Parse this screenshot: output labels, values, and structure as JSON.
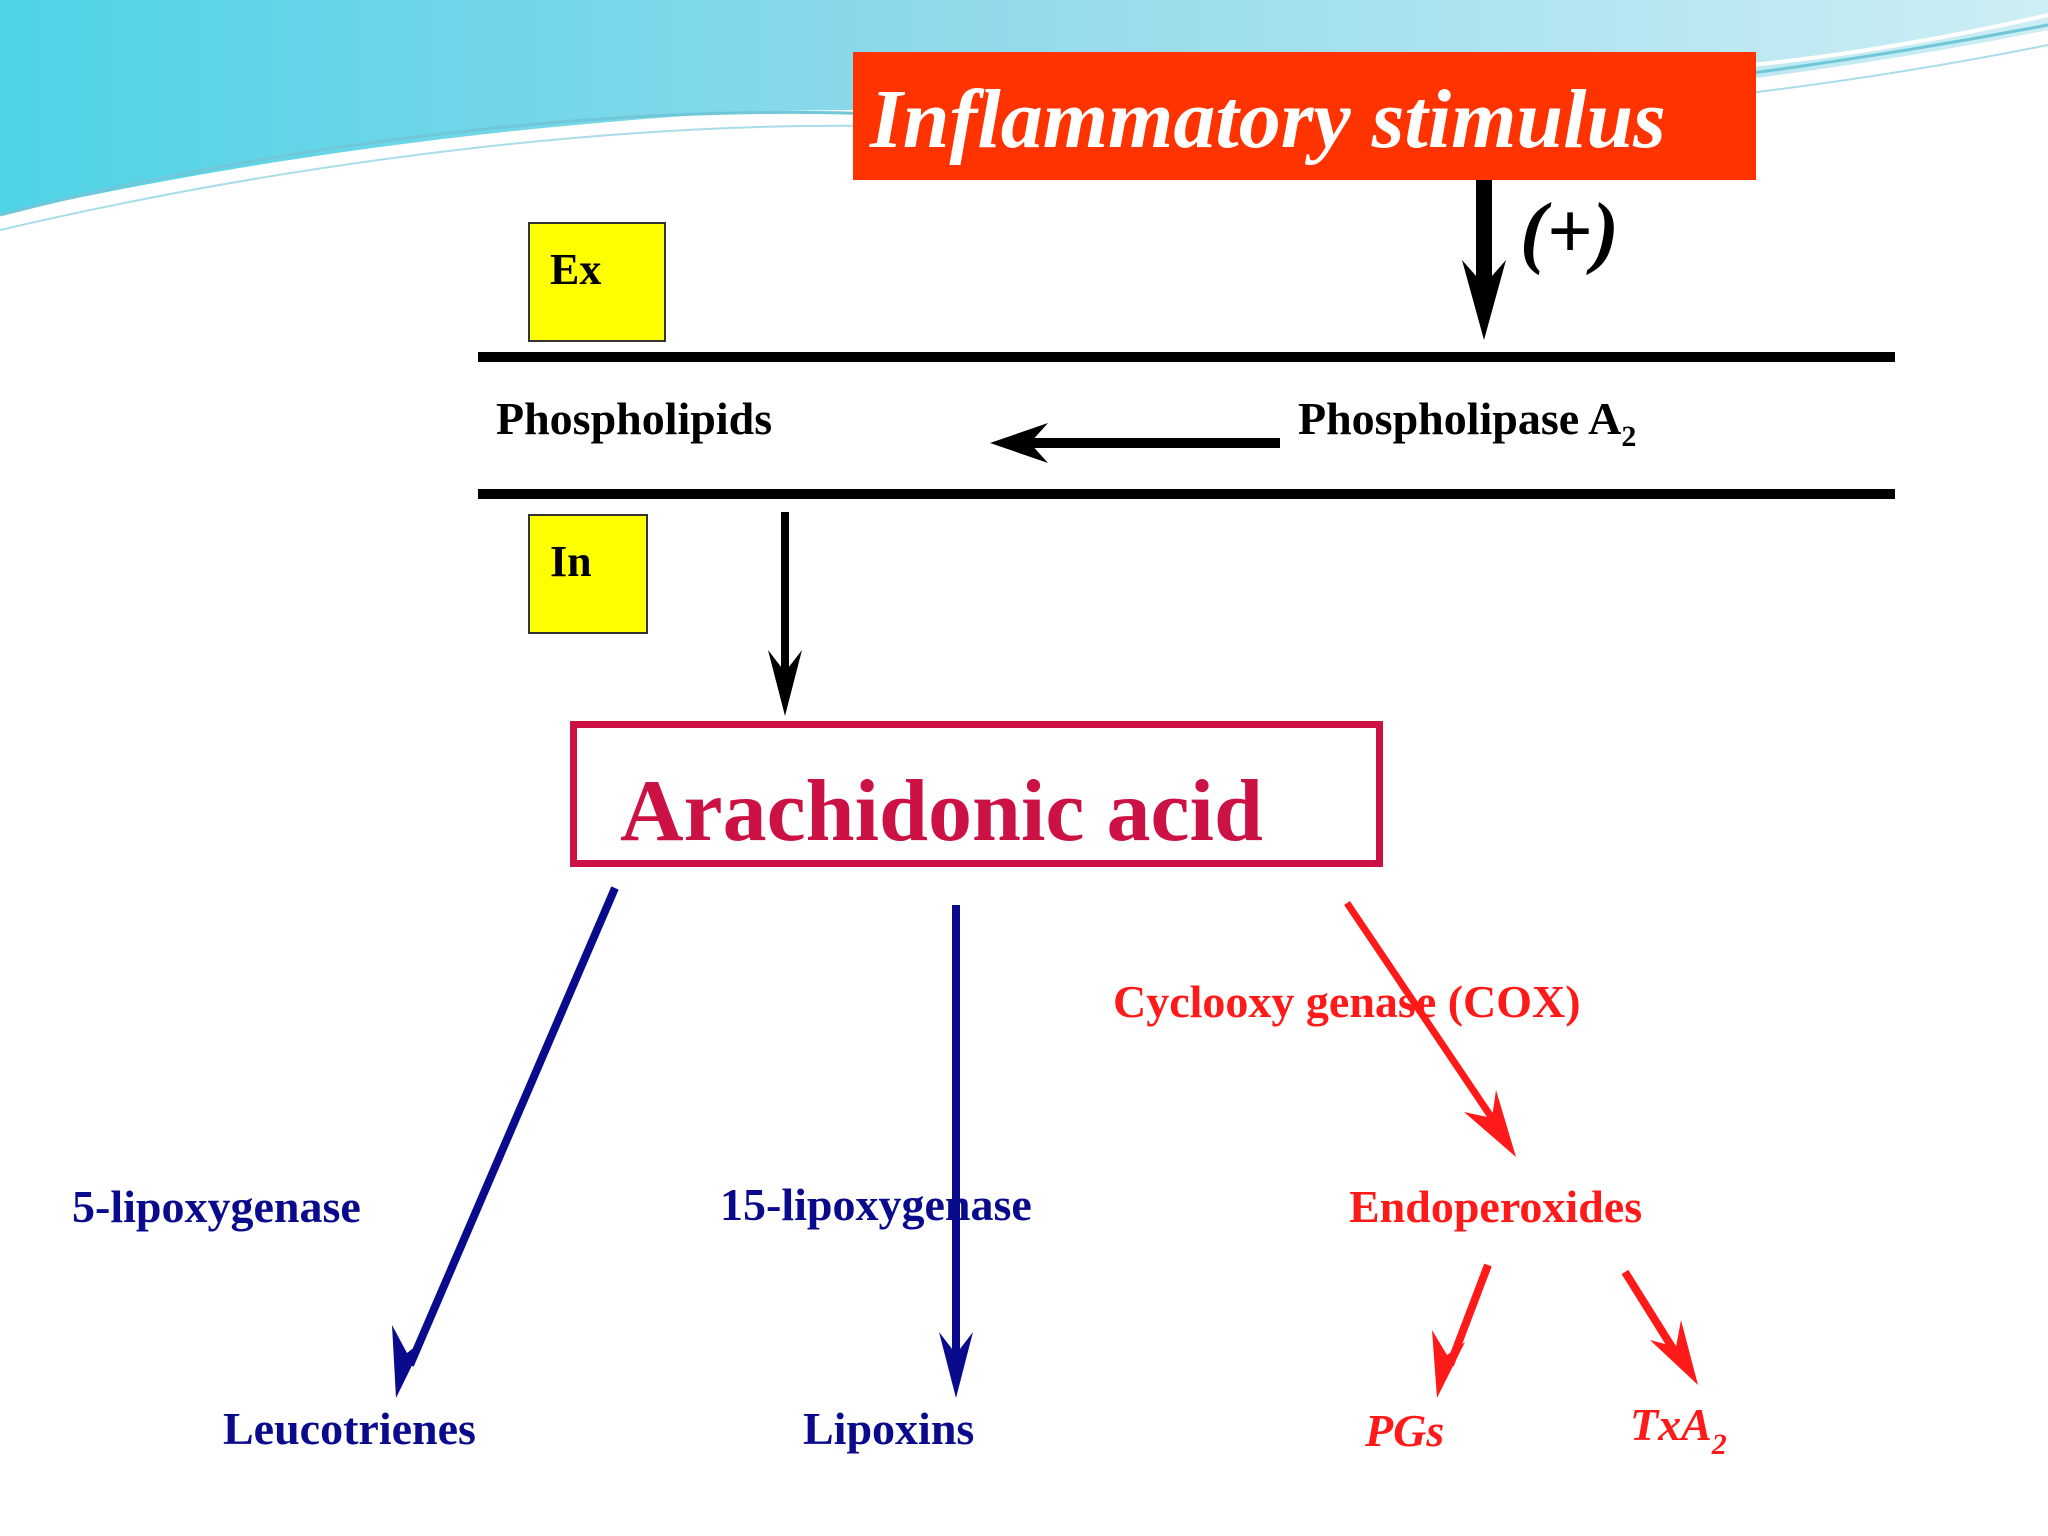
{
  "title": "Inflammatory stimulus",
  "stimulus_sign": "(+)",
  "compartments": {
    "extracellular": "Ex",
    "intracellular": "In"
  },
  "membrane": {
    "substrate": "Phospholipids",
    "enzyme": "Phospholipase A",
    "enzyme_subscript": "2"
  },
  "central_product": "Arachidonic acid",
  "pathways": [
    {
      "enzyme": "5-lipoxygenase",
      "product": "Leucotrienes"
    },
    {
      "enzyme": "15-lipoxygenase",
      "product": "Lipoxins"
    },
    {
      "enzyme": "Cyclooxy genase (COX)",
      "intermediate": "Endoperoxides",
      "products": [
        {
          "label": "PGs",
          "subscript": ""
        },
        {
          "label": "TxA",
          "subscript": "2"
        }
      ]
    }
  ],
  "colors": {
    "title_bg": "#ff3300",
    "title_text": "#ffffff",
    "label_box": "#ffff00",
    "arachidonic": "#cc1144",
    "lipoxygenase": "#0a0a8c",
    "cox": "#ff1a1a",
    "black": "#000000"
  }
}
